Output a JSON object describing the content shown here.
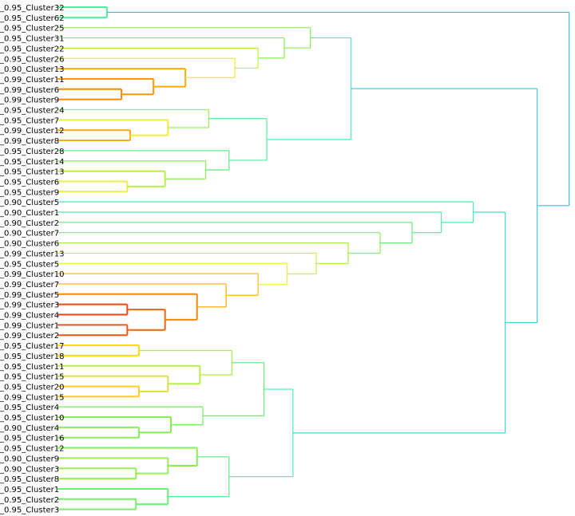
{
  "leaves": [
    "_0.95_Cluster32",
    "_0.95_Cluster62",
    "_0.95_Cluster25",
    "_0.95_Cluster31",
    "_0.95_Cluster22",
    "_0.95_Cluster26",
    "_0.90_Cluster13",
    "_0.99_Cluster11",
    "_0.99_Cluster6",
    "_0.99_Cluster9",
    "_0.95_Cluster24",
    "_0.95_Cluster7",
    "_0.99_Cluster12",
    "_0.99_Cluster8",
    "_0.95_Cluster28",
    "_0.95_Cluster14",
    "_0.95_Cluster13",
    "_0.95_Cluster6",
    "_0.95_Cluster9",
    "_0.90_Cluster5",
    "_0.90_Cluster1",
    "_0.90_Cluster2",
    "_0.90_Cluster7",
    "_0.90_Cluster6",
    "_0.99_Cluster13",
    "_0.95_Cluster5",
    "_0.99_Cluster10",
    "_0.99_Cluster7",
    "_0.99_Cluster5",
    "_0.99_Cluster3",
    "_0.99_Cluster4",
    "_0.99_Cluster1",
    "_0.99_Cluster2",
    "_0.95_Cluster17",
    "_0.95_Cluster18",
    "_0.95_Cluster11",
    "_0.95_Cluster15",
    "_0.95_Cluster20",
    "_0.99_Cluster15",
    "_0.95_Cluster4",
    "_0.95_Cluster10",
    "_0.90_Cluster4",
    "_0.95_Cluster16",
    "_0.95_Cluster12",
    "_0.90_Cluster9",
    "_0.90_Cluster3",
    "_0.95_Cluster8",
    "_0.95_Cluster1",
    "_0.95_Cluster2",
    "_0.95_Cluster3"
  ],
  "merges": [
    {
      "id": "n1",
      "a": 0,
      "b": 1,
      "h": 0.17,
      "color": "#55ee99"
    },
    {
      "id": "n2",
      "a": 8,
      "b": 9,
      "h": 0.22,
      "color": "#ff8800"
    },
    {
      "id": "n3",
      "a": 7,
      "b": "n2",
      "h": 0.33,
      "color": "#ff9900"
    },
    {
      "id": "n4",
      "a": 6,
      "b": "n3",
      "h": 0.44,
      "color": "#ffaa00"
    },
    {
      "id": "n5",
      "a": 5,
      "b": "n4",
      "h": 0.61,
      "color": "#eeee22"
    },
    {
      "id": "n6",
      "a": 4,
      "b": "n5",
      "h": 0.69,
      "color": "#bbee44"
    },
    {
      "id": "n7",
      "a": 3,
      "b": "n6",
      "h": 0.78,
      "color": "#88ee55"
    },
    {
      "id": "n8",
      "a": 2,
      "b": "n7",
      "h": 0.87,
      "color": "#88ee55"
    },
    {
      "id": "n9",
      "a": 12,
      "b": 13,
      "h": 0.25,
      "color": "#ffaa11"
    },
    {
      "id": "n10",
      "a": 11,
      "b": "n9",
      "h": 0.38,
      "color": "#eeee33"
    },
    {
      "id": "n11",
      "a": 10,
      "b": "n10",
      "h": 0.52,
      "color": "#99ee55"
    },
    {
      "id": "n12",
      "a": 17,
      "b": 18,
      "h": 0.24,
      "color": "#eeee44"
    },
    {
      "id": "n13",
      "a": 16,
      "b": "n12",
      "h": 0.37,
      "color": "#bbee44"
    },
    {
      "id": "n14",
      "a": 15,
      "b": "n13",
      "h": 0.51,
      "color": "#88ee55"
    },
    {
      "id": "n15",
      "a": 14,
      "b": "n14",
      "h": 0.59,
      "color": "#55ee88"
    },
    {
      "id": "n16",
      "a": "n11",
      "b": "n15",
      "h": 0.72,
      "color": "#55ee99"
    },
    {
      "id": "n17",
      "a": "n8",
      "b": "n16",
      "h": 1.01,
      "color": "#44eebb"
    },
    {
      "id": "n18",
      "a": 29,
      "b": 30,
      "h": 0.24,
      "color": "#ee4411"
    },
    {
      "id": "n19",
      "a": 31,
      "b": 32,
      "h": 0.24,
      "color": "#ee5511"
    },
    {
      "id": "n20",
      "a": "n18",
      "b": "n19",
      "h": 0.37,
      "color": "#ee6611"
    },
    {
      "id": "n21",
      "a": 28,
      "b": "n20",
      "h": 0.48,
      "color": "#ee8811"
    },
    {
      "id": "n22",
      "a": 27,
      "b": "n21",
      "h": 0.58,
      "color": "#ffaa00"
    },
    {
      "id": "n23",
      "a": 26,
      "b": "n22",
      "h": 0.69,
      "color": "#ffbb11"
    },
    {
      "id": "n24",
      "a": 25,
      "b": "n23",
      "h": 0.79,
      "color": "#eeee44"
    },
    {
      "id": "n25",
      "a": 24,
      "b": "n24",
      "h": 0.89,
      "color": "#ccee44"
    },
    {
      "id": "n26",
      "a": 23,
      "b": "n25",
      "h": 1.0,
      "color": "#aaee44"
    },
    {
      "id": "n27",
      "a": 22,
      "b": "n26",
      "h": 1.11,
      "color": "#88ee55"
    },
    {
      "id": "n28",
      "a": 21,
      "b": "n27",
      "h": 1.22,
      "color": "#66ee77"
    },
    {
      "id": "n29",
      "a": 20,
      "b": "n28",
      "h": 1.32,
      "color": "#55ee99"
    },
    {
      "id": "n30",
      "a": 19,
      "b": "n29",
      "h": 1.43,
      "color": "#44eebb"
    },
    {
      "id": "n31",
      "a": 33,
      "b": 34,
      "h": 0.28,
      "color": "#ffdd00"
    },
    {
      "id": "n32",
      "a": 37,
      "b": 38,
      "h": 0.28,
      "color": "#ffcc22"
    },
    {
      "id": "n33",
      "a": 36,
      "b": "n32",
      "h": 0.38,
      "color": "#dddd44"
    },
    {
      "id": "n34",
      "a": 35,
      "b": "n33",
      "h": 0.49,
      "color": "#bbee44"
    },
    {
      "id": "n35",
      "a": "n31",
      "b": "n34",
      "h": 0.6,
      "color": "#aaee44"
    },
    {
      "id": "n36",
      "a": 41,
      "b": 42,
      "h": 0.28,
      "color": "#88ee55"
    },
    {
      "id": "n37",
      "a": 40,
      "b": "n36",
      "h": 0.39,
      "color": "#88ee55"
    },
    {
      "id": "n38",
      "a": 39,
      "b": "n37",
      "h": 0.5,
      "color": "#77ee66"
    },
    {
      "id": "n39",
      "a": "n35",
      "b": "n38",
      "h": 0.71,
      "color": "#66ee77"
    },
    {
      "id": "n40",
      "a": 45,
      "b": 46,
      "h": 0.27,
      "color": "#99ee55"
    },
    {
      "id": "n41",
      "a": 44,
      "b": "n40",
      "h": 0.38,
      "color": "#99ee55"
    },
    {
      "id": "n42",
      "a": 43,
      "b": "n41",
      "h": 0.48,
      "color": "#88ee55"
    },
    {
      "id": "n43",
      "a": 48,
      "b": 49,
      "h": 0.27,
      "color": "#77ee66"
    },
    {
      "id": "n44",
      "a": 47,
      "b": "n43",
      "h": 0.38,
      "color": "#66ee77"
    },
    {
      "id": "n45",
      "a": "n42",
      "b": "n44",
      "h": 0.59,
      "color": "#55ee88"
    },
    {
      "id": "n46",
      "a": "n39",
      "b": "n45",
      "h": 0.81,
      "color": "#44eebb"
    },
    {
      "id": "n47",
      "a": "n30",
      "b": "n46",
      "h": 1.54,
      "color": "#44ddcc"
    },
    {
      "id": "n48",
      "a": "n17",
      "b": "n47",
      "h": 1.65,
      "color": "#44ccdd"
    },
    {
      "id": "n49",
      "a": "n1",
      "b": "n48",
      "h": 1.76,
      "color": "#44bbdd"
    }
  ]
}
